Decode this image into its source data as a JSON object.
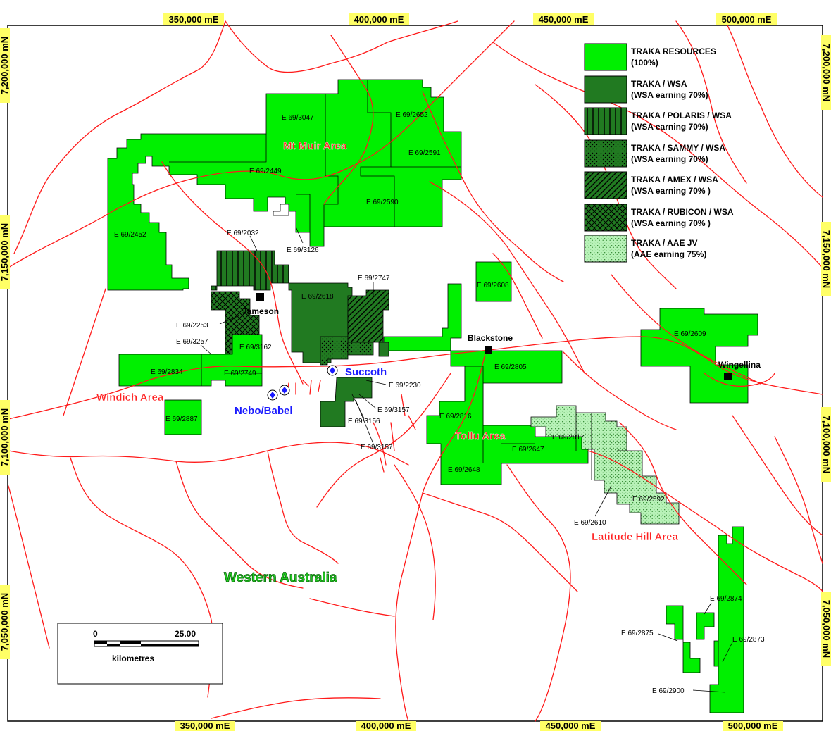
{
  "grid_labels": {
    "easting": [
      "350,000 mE",
      "400,000 mE",
      "450,000 mE",
      "500,000 mE"
    ],
    "northing": [
      "7,200,000 mN",
      "7,150,000 mN",
      "7,100,000 mN",
      "7,050,000 mN"
    ]
  },
  "legend": [
    {
      "line1": "TRAKA RESOURCES",
      "line2": "(100%)",
      "pattern": "light-green",
      "color": "#00f000"
    },
    {
      "line1": "TRAKA / WSA",
      "line2": "(WSA earning 70%)",
      "pattern": "dark-green",
      "color": "#217a21"
    },
    {
      "line1": "TRAKA / POLARIS / WSA",
      "line2": "(WSA earning 70%)",
      "pattern": "vertical-lines"
    },
    {
      "line1": "TRAKA / SAMMY / WSA",
      "line2": "(WSA earning 70%)",
      "pattern": "dots"
    },
    {
      "line1": "TRAKA / AMEX / WSA",
      "line2": "(WSA earning  70% )",
      "pattern": "diagonal-lines"
    },
    {
      "line1": "TRAKA / RUBICON / WSA",
      "line2": "(WSA earning 70% )",
      "pattern": "cross-hatch"
    },
    {
      "line1": "TRAKA / AAE JV",
      "line2": "(AAE earning 75%)",
      "pattern": "light-dots"
    }
  ],
  "areas": {
    "mt_muir": "Mt Muir Area",
    "windich": "Windich Area",
    "tollu": "Tollu Area",
    "latitude_hill": "Latitude Hill Area"
  },
  "region_label": "Western Australia",
  "places": {
    "jameson": "Jameson",
    "blackstone": "Blackstone",
    "wingellina": "Wingellina"
  },
  "deposits": {
    "succoth": "Succoth",
    "nebo_babel": "Nebo/Babel"
  },
  "tenements": {
    "t3047": "E 69/3047",
    "t2652": "E 69/2652",
    "t2591": "E 69/2591",
    "t2449": "E 69/2449",
    "t2590": "E 69/2590",
    "t2452": "E 69/2452",
    "t2032": "E 69/2032",
    "t3126": "E 69/3126",
    "t2747": "E 69/2747",
    "t2618": "E 69/2618",
    "t2608": "E 69/2608",
    "t2609": "E 69/2609",
    "t2253": "E 69/2253",
    "t3257": "E 69/3257",
    "t3162": "E 69/3162",
    "t2834": "E 69/2834",
    "t2749": "E 69/2749",
    "t2805": "E 69/2805",
    "t2230": "E 69/2230",
    "t3157a": "E 69/3157",
    "t3156": "E 69/3156",
    "t3157b": "E 69/3157",
    "t2887": "E 69/2887",
    "t2816": "E 69/2816",
    "t2647": "E 69/2647",
    "t2817": "E 69/2817",
    "t2648": "E 69/2648",
    "t2592": "E 69/2592",
    "t2610": "E 69/2610",
    "t2874": "E 69/2874",
    "t2875": "E 69/2875",
    "t2873": "E 69/2873",
    "t2900": "E 69/2900"
  },
  "scale_bar": {
    "start": "0",
    "end": "25.00",
    "unit": "kilometres"
  }
}
